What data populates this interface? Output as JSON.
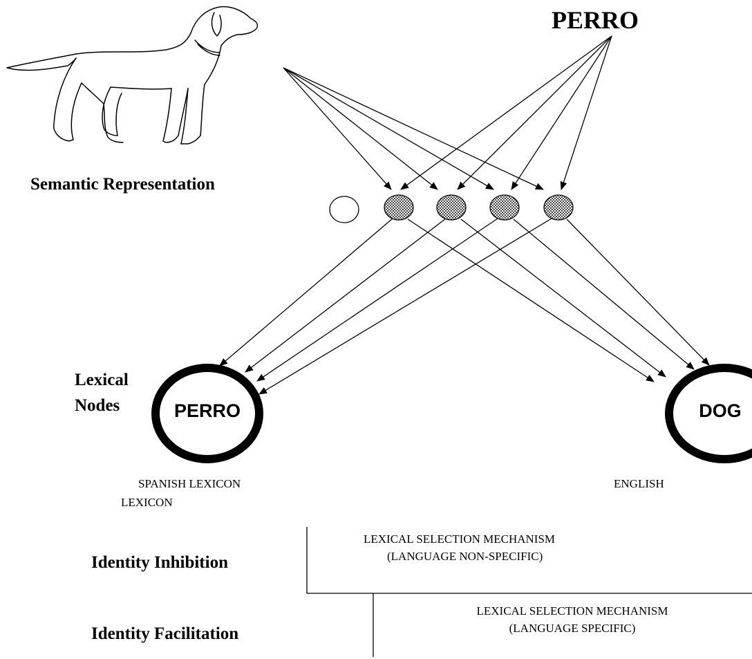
{
  "top_word": "PERRO",
  "semantic_label": "Semantic Representation",
  "lexical_label_line1": "Lexical",
  "lexical_label_line2": "Nodes",
  "nodes": {
    "spanish_word": "PERRO",
    "english_word": "DOG"
  },
  "lexicon_labels": {
    "spanish_line1": "SPANISH LEXICON",
    "spanish_line2": "LEXICON",
    "english": "ENGLISH"
  },
  "rows": [
    {
      "label": "Identity Inhibition",
      "mechanism_line1": "LEXICAL SELECTION MECHANISM",
      "mechanism_line2": "(LANGUAGE NON-SPECIFIC)"
    },
    {
      "label": "Identity Facilitation",
      "mechanism_line1": "LEXICAL SELECTION MECHANISM",
      "mechanism_line2": "(LANGUAGE SPECIFIC)"
    }
  ],
  "semantic_features": {
    "active_count": 4,
    "inactive_count": 1
  },
  "colors": {
    "ink": "#000000",
    "feature_fill": "#8c8c8c",
    "background": "#ffffff"
  }
}
